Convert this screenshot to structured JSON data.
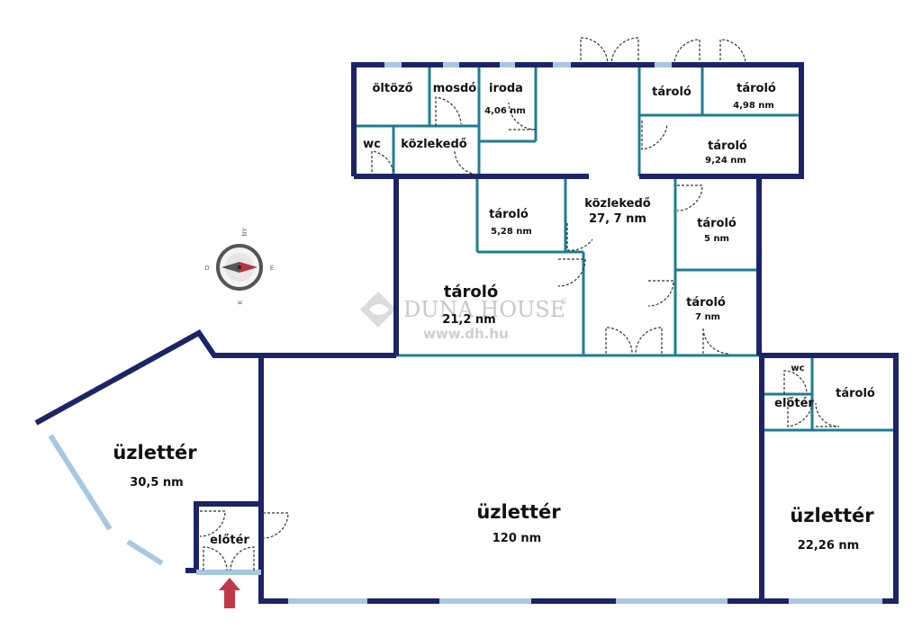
{
  "rooms": {
    "oltozo": "öltöző",
    "mosdo": "mosdó",
    "iroda": "iroda",
    "iroda_area": "4,06 nm",
    "wc_top": "wc",
    "kozlekedo_top": "közlekedő",
    "taroló_tr1": "tároló",
    "taroló_tr2": "tároló",
    "taroló_tr2_area": "4,98 nm",
    "taroló_tr3": "tároló",
    "taroló_tr3_area": "9,24 nm",
    "taroló_mid": "tároló",
    "taroló_mid_area": "5,28 nm",
    "kozlekedo_mid": "közlekedő",
    "kozlekedo_mid_area": "27, 7 nm",
    "taroló_r5": "tároló",
    "taroló_r5_area": "5 nm",
    "taroló_r7": "tároló",
    "taroló_r7_area": "7 nm",
    "taroló_big": "tároló",
    "taroló_big_area": "21,2 nm",
    "uzletter_left": "üzlettér",
    "uzletter_left_area": "30,5 nm",
    "eloter_left": "előtér",
    "uzletter_main": "üzlettér",
    "uzletter_main_area": "120 nm",
    "wc_right": "wc",
    "eloter_right": "előtér",
    "taroló_right": "tároló",
    "uzletter_right": "üzlettér",
    "uzletter_right_area": "22,26 nm"
  },
  "compass": {
    "n": "NY",
    "s": "K",
    "w": "D",
    "e": "É"
  },
  "watermark": {
    "brand": "DUNA HOUSE",
    "registered": "®",
    "url": "www.dh.hu"
  },
  "colors": {
    "outer_wall": "#1d2466",
    "inner_wall": "#1f7d92",
    "window": "#a8c8e0",
    "entrance_arrow": "#c0394b"
  },
  "icons": {
    "compass": "compass-icon",
    "entrance": "entrance-arrow-icon",
    "logo": "duna-house-logo-icon"
  }
}
